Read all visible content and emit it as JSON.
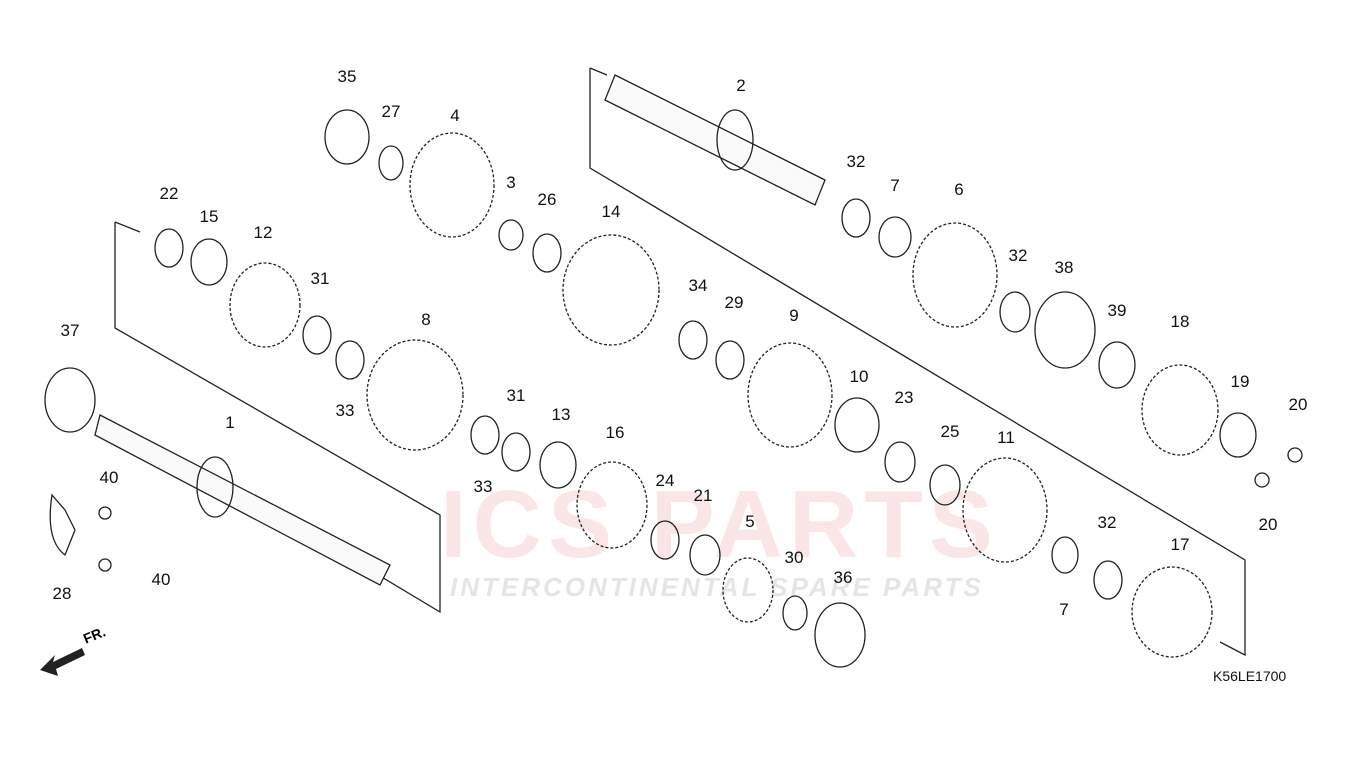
{
  "diagram_code": "K56LE1700",
  "direction_label": "FR.",
  "watermark": {
    "main": "ICS PARTS",
    "sub": "INTERCONTINENTAL SPARE PARTS"
  },
  "callouts": [
    "35",
    "27",
    "4",
    "2",
    "32",
    "7",
    "6",
    "22",
    "15",
    "12",
    "3",
    "26",
    "14",
    "31",
    "32",
    "38",
    "39",
    "18",
    "37",
    "8",
    "34",
    "29",
    "9",
    "33",
    "10",
    "19",
    "31",
    "13",
    "16",
    "23",
    "25",
    "11",
    "20",
    "40",
    "24",
    "21",
    "33",
    "5",
    "32",
    "20",
    "30",
    "36",
    "17",
    "28",
    "40",
    "7",
    "1"
  ]
}
